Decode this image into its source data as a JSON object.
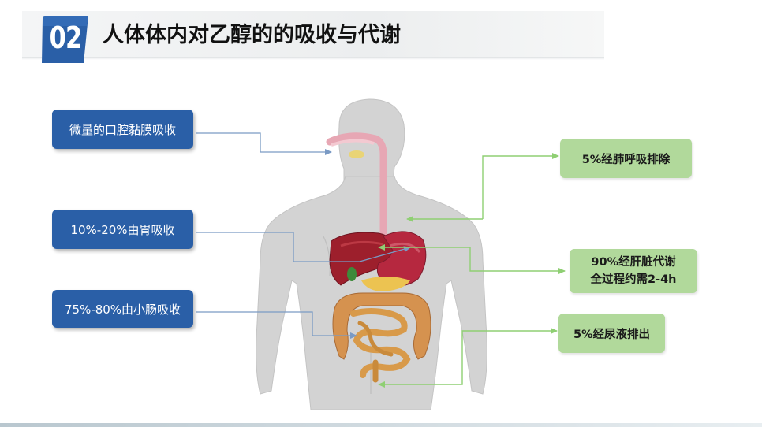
{
  "header": {
    "badge_number": "02",
    "title": "人体体内对乙醇的的吸收与代谢"
  },
  "colors": {
    "blue_box": "#2a5fa7",
    "green_box": "#b1d99b",
    "blue_arrow": "#7a9ac4",
    "green_arrow": "#8fcf73"
  },
  "absorption_labels": [
    {
      "text": "微量的口腔黏膜吸收"
    },
    {
      "text": "10%-20%由胃吸收"
    },
    {
      "text": "75%-80%由小肠吸收"
    }
  ],
  "excretion_labels": [
    {
      "text": "5%经肺呼吸排除"
    },
    {
      "line1": "90%经肝脏代谢",
      "line2": "全过程约需2-4h"
    },
    {
      "text": "5%经尿液排出"
    }
  ]
}
